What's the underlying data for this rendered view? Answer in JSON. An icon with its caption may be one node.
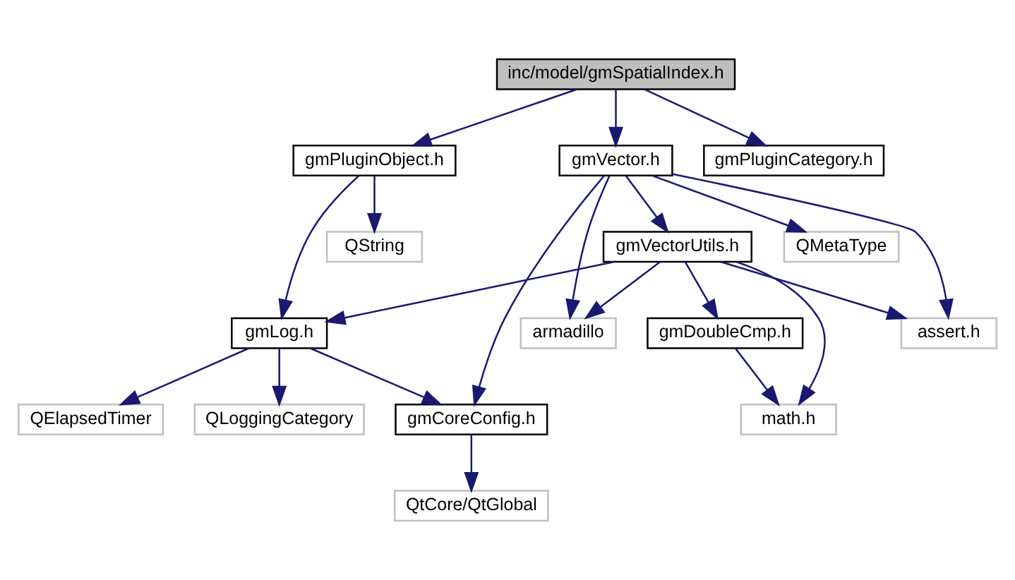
{
  "diagram": {
    "nodes": [
      {
        "text": [
          "inc/model/gmSpatialIndex.h"
        ]
      },
      {
        "text": [
          "gmPluginObject.h"
        ]
      },
      {
        "text": [
          "gmVector.h"
        ]
      },
      {
        "text": [
          "gmPluginCategory.h"
        ]
      },
      {
        "text": [
          "QString"
        ]
      },
      {
        "text": [
          "gmVectorUtils.h"
        ]
      },
      {
        "text": [
          "QMetaType"
        ]
      },
      {
        "text": [
          "gmLog.h"
        ]
      },
      {
        "text": [
          "assert.h"
        ]
      },
      {
        "text": [
          "gmDoubleCmp.h"
        ]
      },
      {
        "text": [
          "armadillo"
        ]
      },
      {
        "text": [
          "QElapsedTimer"
        ]
      },
      {
        "text": [
          "QLoggingCategory"
        ]
      },
      {
        "text": [
          "gmCoreConfig.h"
        ]
      },
      {
        "text": [
          "math.h"
        ]
      },
      {
        "text": [
          "QtCore/QtGlobal"
        ]
      }
    ],
    "edges": [
      {
        "from": 0,
        "to": 1,
        "arrow": "to"
      },
      {
        "from": 0,
        "to": 2,
        "arrow": "to"
      },
      {
        "from": 0,
        "to": 3,
        "arrow": "to"
      },
      {
        "from": 1,
        "to": 4,
        "arrow": "to"
      },
      {
        "from": 1,
        "to": 7,
        "arrow": "to"
      },
      {
        "from": 2,
        "to": 13,
        "arrow": "to"
      },
      {
        "from": 2,
        "to": 8,
        "arrow": "to"
      },
      {
        "from": 2,
        "to": 5,
        "arrow": "to"
      },
      {
        "from": 2,
        "to": 6,
        "arrow": "to"
      },
      {
        "from": 2,
        "to": 10,
        "arrow": "to"
      },
      {
        "from": 5,
        "to": 7,
        "arrow": "to"
      },
      {
        "from": 5,
        "to": 8,
        "arrow": "to"
      },
      {
        "from": 5,
        "to": 9,
        "arrow": "to"
      },
      {
        "from": 5,
        "to": 10,
        "arrow": "to"
      },
      {
        "from": 5,
        "to": 14,
        "arrow": "to"
      },
      {
        "from": 7,
        "to": 11,
        "arrow": "to"
      },
      {
        "from": 7,
        "to": 12,
        "arrow": "to"
      },
      {
        "from": 7,
        "to": 13,
        "arrow": "to"
      },
      {
        "from": 9,
        "to": 14,
        "arrow": "to"
      },
      {
        "from": 13,
        "to": 15,
        "arrow": "to"
      }
    ]
  }
}
